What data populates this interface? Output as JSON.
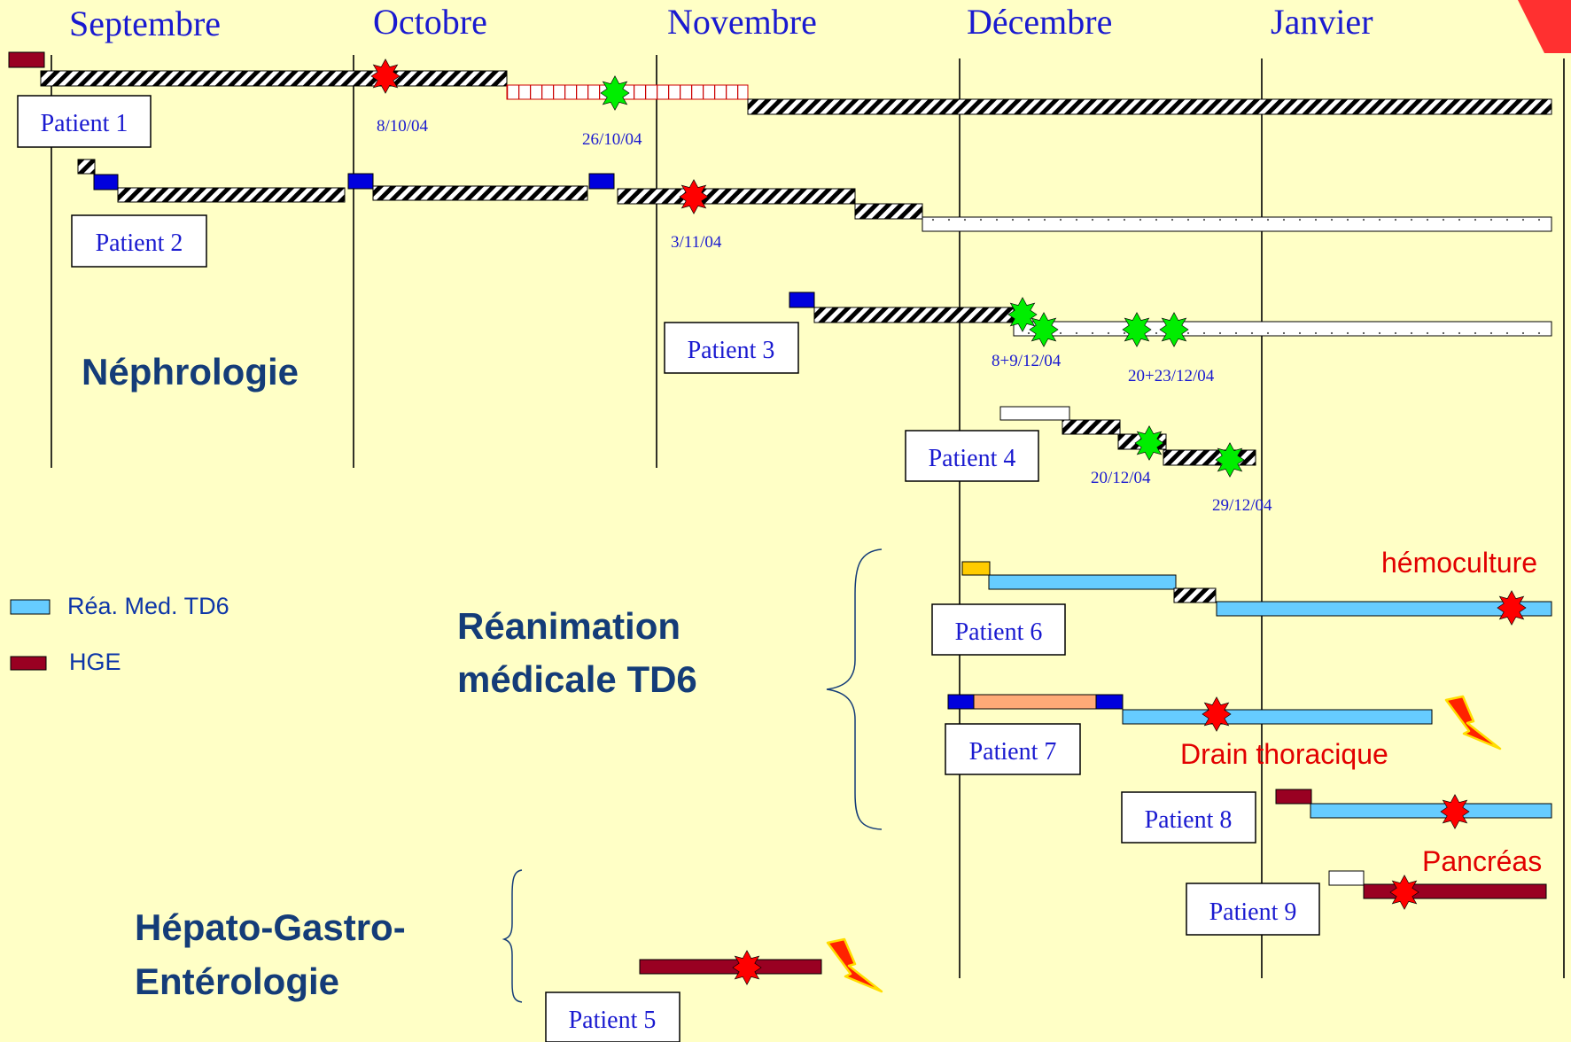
{
  "months": [
    "Septembre",
    "Octobre",
    "Novembre",
    "Décembre",
    "Janvier"
  ],
  "sections": {
    "nephrologie": "Néphrologie",
    "reanimation": [
      "Réanimation",
      "médicale TD6"
    ],
    "hge": [
      "Hépato-Gastro-",
      "Entérologie"
    ]
  },
  "legend": [
    {
      "label": "Réa. Med. TD6",
      "color": "#66ccff"
    },
    {
      "label": "HGE",
      "color": "#990022"
    }
  ],
  "patients": [
    "Patient 1",
    "Patient 2",
    "Patient 3",
    "Patient 4",
    "Patient 5",
    "Patient 6",
    "Patient 7",
    "Patient 8",
    "Patient 9"
  ],
  "dates": {
    "d1": "8/10/04",
    "d2": "26/10/04",
    "d3": "3/11/04",
    "d4": "8+9/12/04",
    "d5": "20+23/12/04",
    "d6": "20/12/04",
    "d7": "29/12/04"
  },
  "annotations": {
    "hemoculture": "hémoculture",
    "drain": "Drain thoracique",
    "pancreas": "Pancréas"
  },
  "colors": {
    "background": "#ffffc6",
    "text_blue": "#1a1ad0",
    "section_blue": "#143c78",
    "red_marker": "#ff0000",
    "green_marker": "#00ee00",
    "blue_stay": "#0000dd",
    "hge_stay": "#990022",
    "rea_stay": "#66ccff",
    "orange_stay": "#ffaa77",
    "yellow_stay": "#ffcc00"
  }
}
